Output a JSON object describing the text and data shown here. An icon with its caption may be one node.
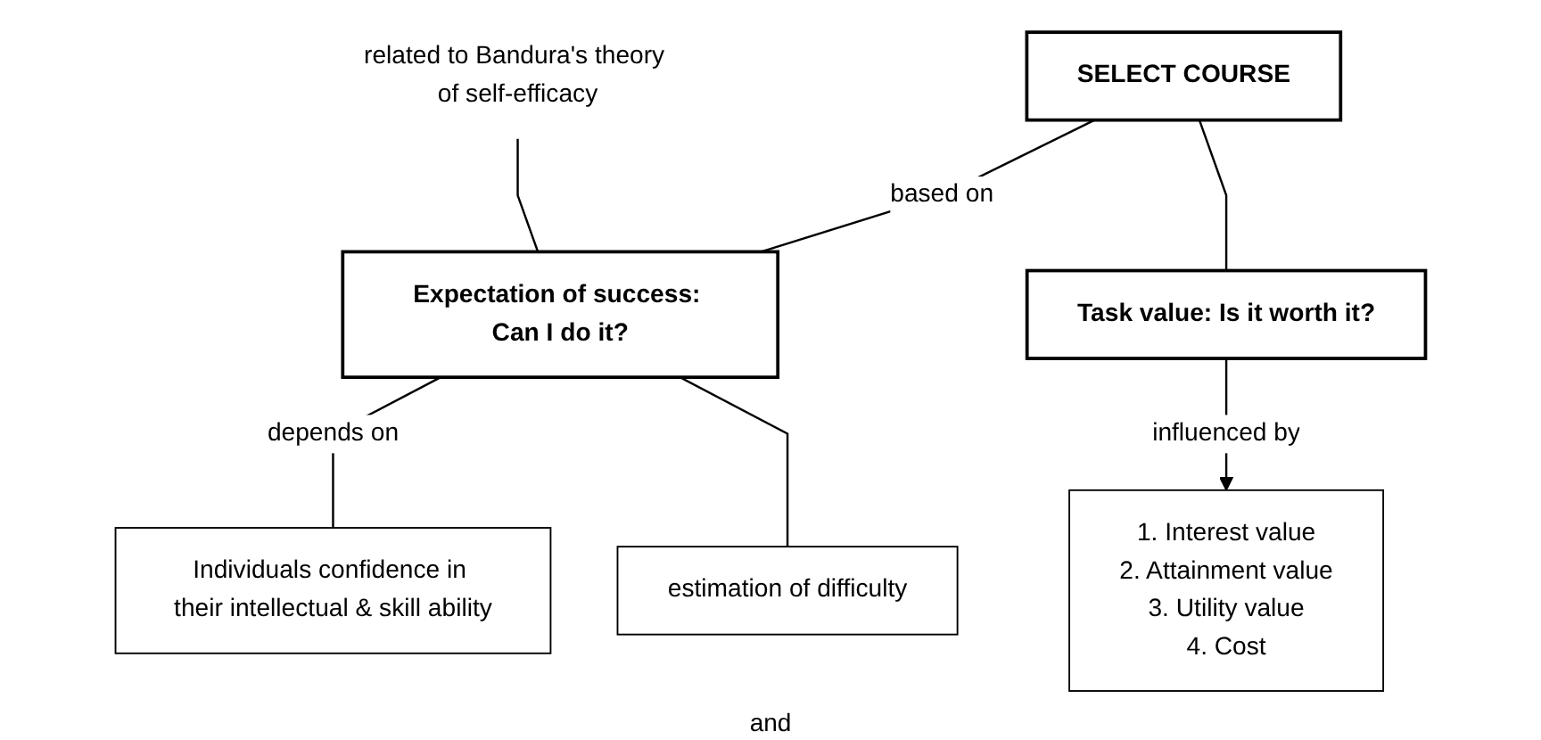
{
  "diagram": {
    "nodes": [
      {
        "text": [
          "SELECT COURSE"
        ]
      },
      {
        "text": [
          "Expectation of success: Can I do it?"
        ]
      },
      {
        "text": [
          "Task value: Is it worth it?"
        ]
      },
      {
        "text": [
          "related to Bandura's theory of self-efficacy"
        ]
      },
      {
        "text": [
          "Individuals confidence in their intellectual & skill ability"
        ]
      },
      {
        "text": [
          "estimation of difficulty"
        ]
      },
      {
        "text": [
          "1. Interest value",
          "2. Attainment value",
          "3. Utility value",
          "4. Cost"
        ]
      }
    ],
    "edges": [
      {
        "from": 0,
        "to": 1,
        "arrow": "none",
        "label": "based on"
      },
      {
        "from": 0,
        "to": 2,
        "arrow": "none"
      },
      {
        "from": 3,
        "to": 1,
        "arrow": "none"
      },
      {
        "from": 1,
        "to": 4,
        "arrow": "none",
        "label": "depends on"
      },
      {
        "from": 1,
        "to": 5,
        "arrow": "none"
      },
      {
        "from": 2,
        "to": 6,
        "arrow": "to",
        "label": "influenced by"
      }
    ],
    "labels": [
      "and"
    ]
  }
}
